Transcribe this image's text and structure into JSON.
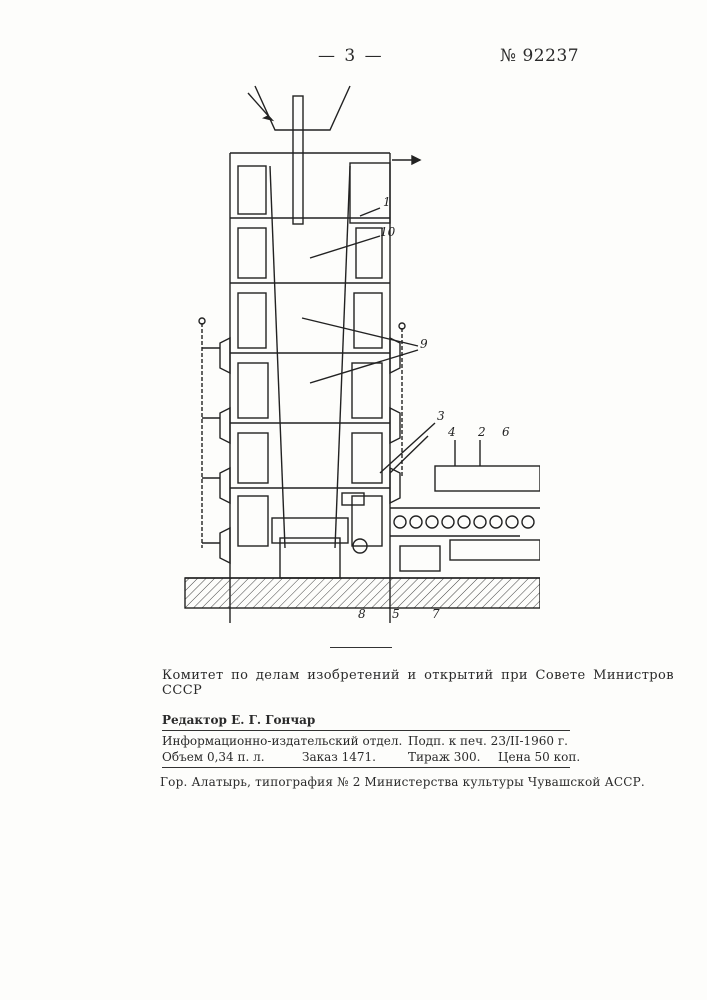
{
  "header": {
    "page_number": "— 3 —",
    "patent_number": "№ 92237"
  },
  "figure": {
    "labels": [
      "1",
      "10",
      "9",
      "3",
      "4",
      "2",
      "6",
      "8",
      "5",
      "7"
    ]
  },
  "footer": {
    "committee": "Комитет по делам изобретений и открытий при Совете Министров СССР",
    "editor": "Редактор Е. Г. Гончар",
    "row1": {
      "dept": "Информационно-издательский отдел.",
      "podp": "Подп. к печ. 23/II-1960 г."
    },
    "row2": {
      "volume": "Объем 0,34 п. л.",
      "order": "Заказ 1471.",
      "run": "Тираж 300.",
      "price": "Цена 50 коп."
    },
    "printer": "Гор. Алатырь, типография № 2 Министерства культуры Чувашской АССР."
  }
}
